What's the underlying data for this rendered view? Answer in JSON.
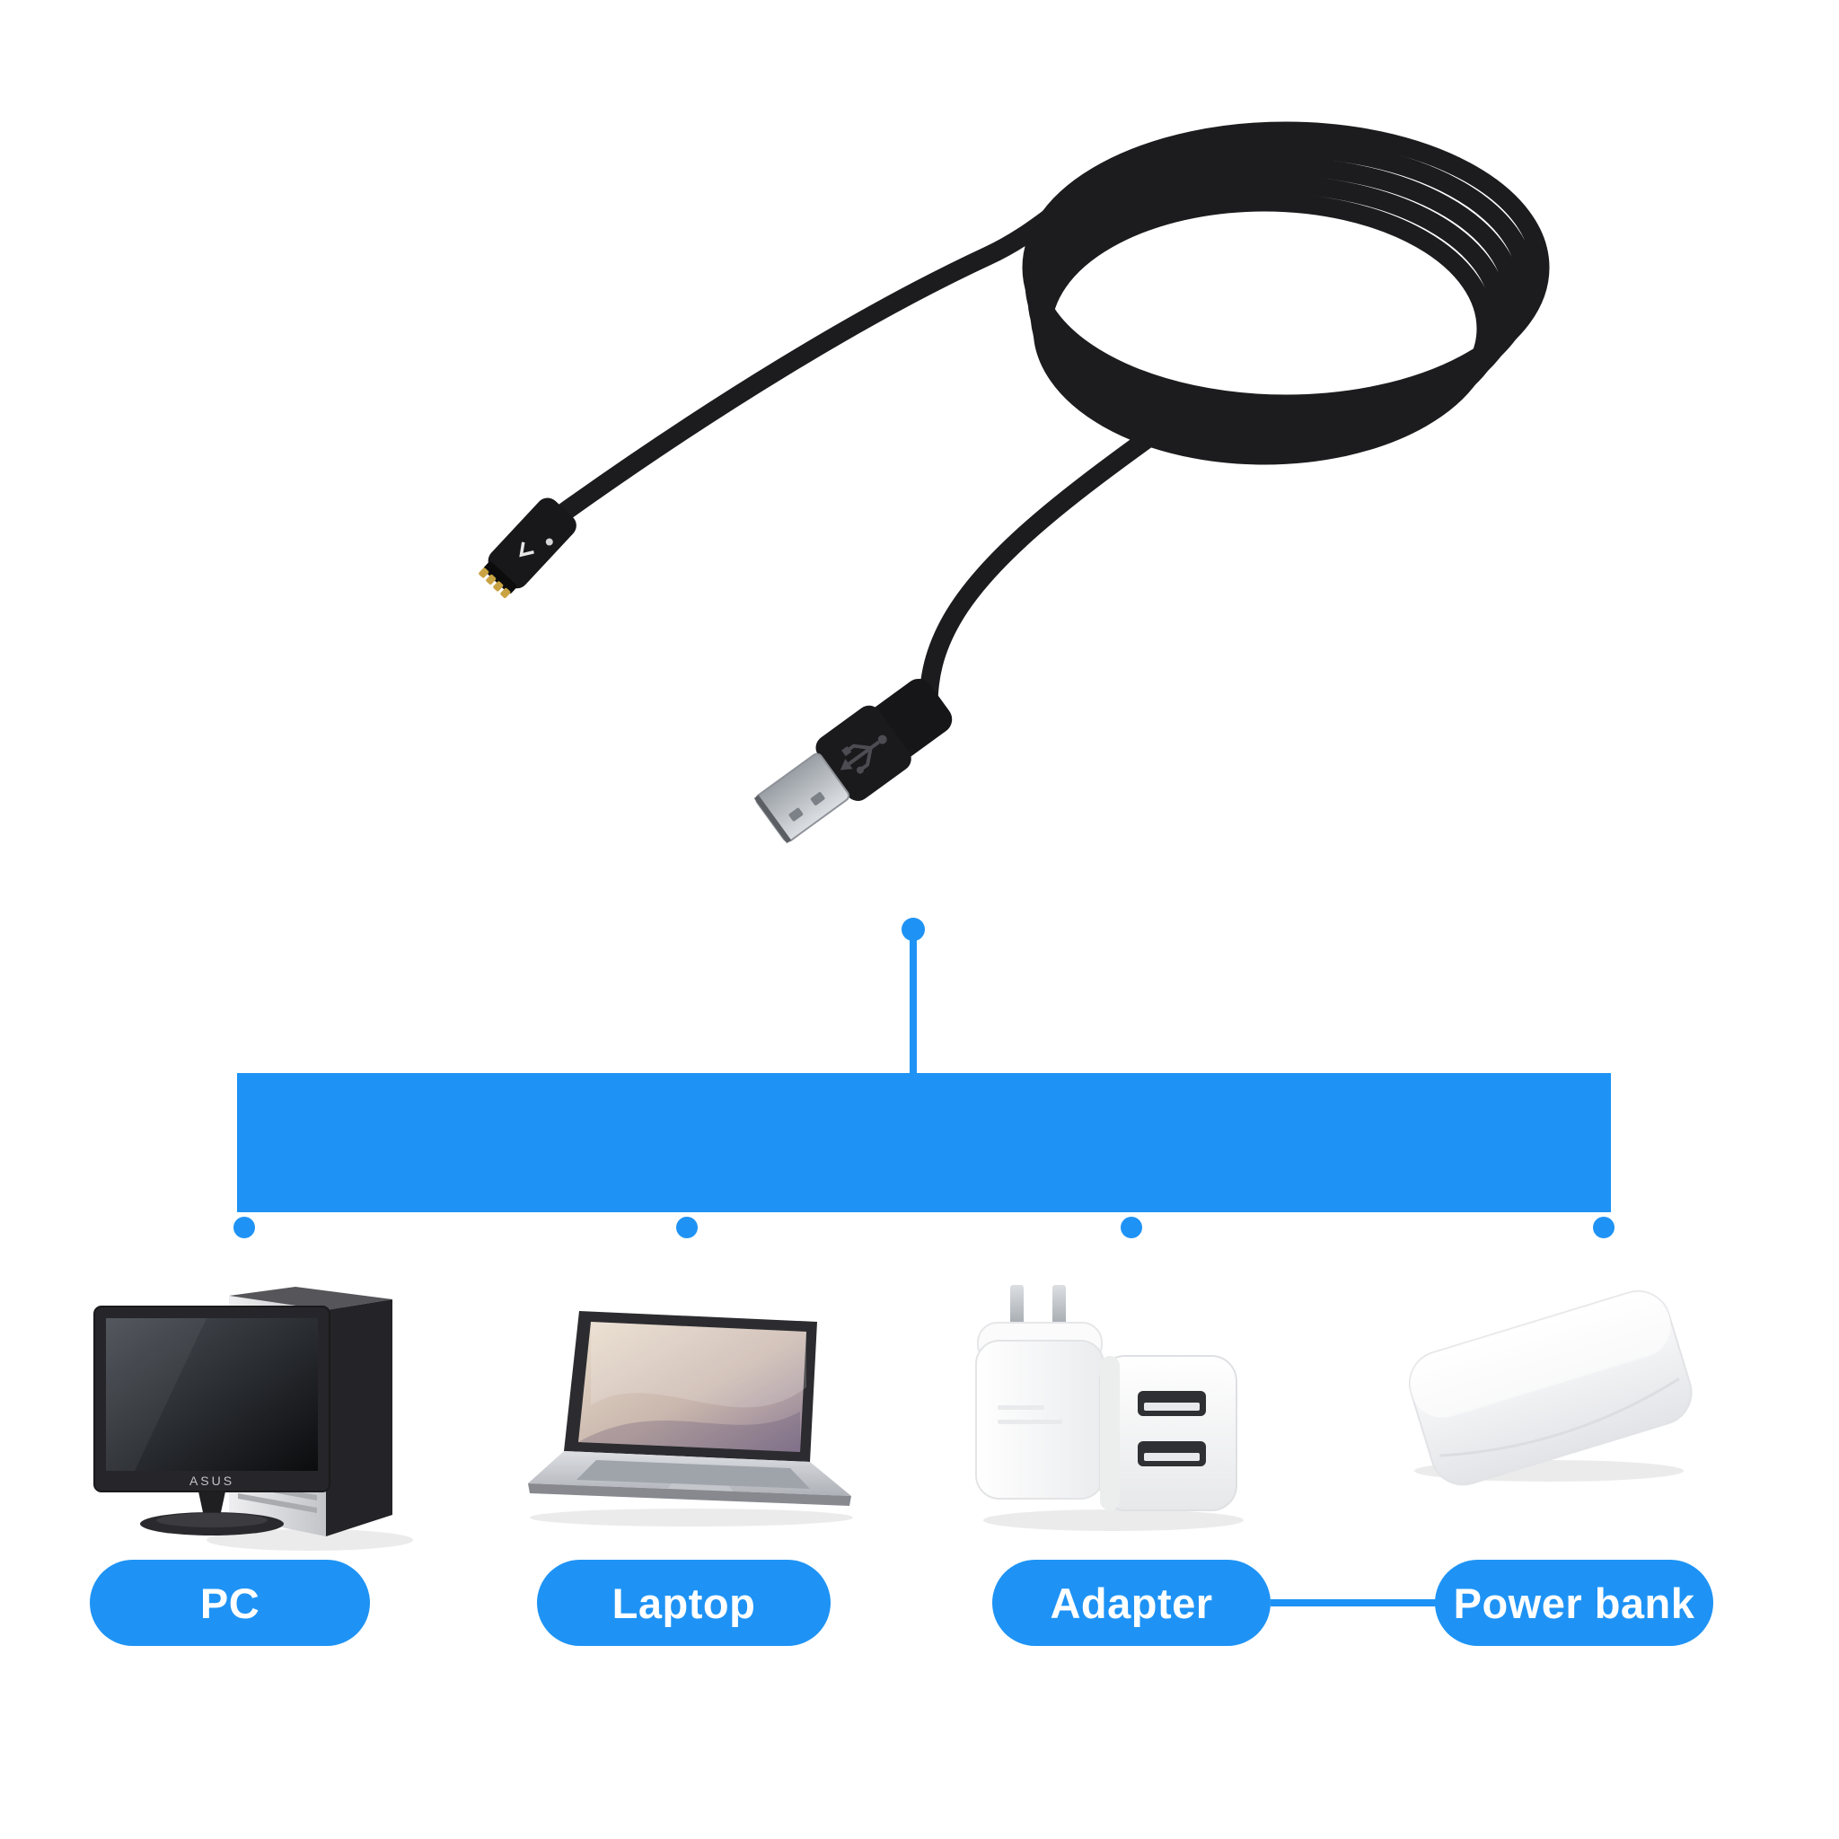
{
  "colors": {
    "accent_blue": "#1E93F5",
    "cable_black": "#1c1c1e",
    "background": "#ffffff"
  },
  "cable": {
    "image": "usb-charging-cable-image",
    "end_a": "watch-charging-connector",
    "end_b": "usb-a-plug"
  },
  "diagram": {
    "source_node": "usb-plug-node",
    "target_nodes": [
      "pc-node",
      "laptop-node",
      "adapter-node",
      "power-bank-node"
    ]
  },
  "devices": [
    {
      "id": "pc",
      "label": "PC",
      "image": "desktop-pc-image"
    },
    {
      "id": "laptop",
      "label": "Laptop",
      "image": "laptop-image"
    },
    {
      "id": "adapter",
      "label": "Adapter",
      "image": "usb-wall-adapter-image"
    },
    {
      "id": "power_bank",
      "label": "Power bank",
      "image": "power-bank-image"
    }
  ],
  "pc": {
    "monitor_brand": "ASUS"
  }
}
